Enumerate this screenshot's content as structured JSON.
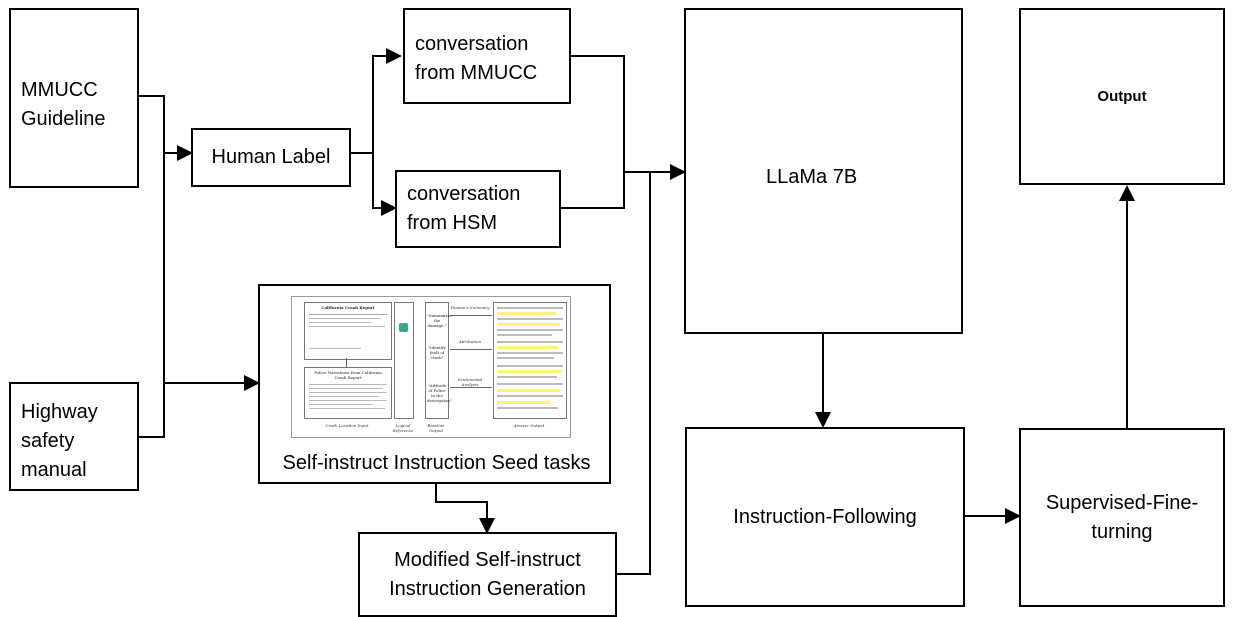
{
  "nodes": {
    "mmucc": "MMUCC\nGuideline",
    "hsm": "Highway\nsafety\nmanual",
    "human_label": "Human Label",
    "conv_mmucc": "conversation\nfrom MMUCC",
    "conv_hsm": "conversation\nfrom HSM",
    "seed_tasks": "Self-instruct Instruction Seed tasks",
    "modified_gen": "Modified Self-instruct\nInstruction Generation",
    "llama": "LLaMa 7B",
    "output": "Output",
    "instr_following": "Instruction-Following",
    "sft": "Supervised-Fine-\nturning"
  },
  "seed_figure": {
    "report_title": "California Crash Report",
    "narrative_title": "Police Narrations from California Crash Report",
    "col_captions": [
      "Crash Location Input",
      "Logical Reference",
      "Baseline Output",
      "Answer Output"
    ],
    "questions": [
      "\"Summarize the damage \"",
      "\"Identify fault of crash\"",
      "\"Attitude of Police in the description\""
    ],
    "labels": [
      "Human's Summary",
      "Attribution",
      "Sentimental Analysis"
    ]
  },
  "colors": {
    "line": "#000000",
    "highlight": "#fff37a",
    "teal": "#3aa68a"
  }
}
